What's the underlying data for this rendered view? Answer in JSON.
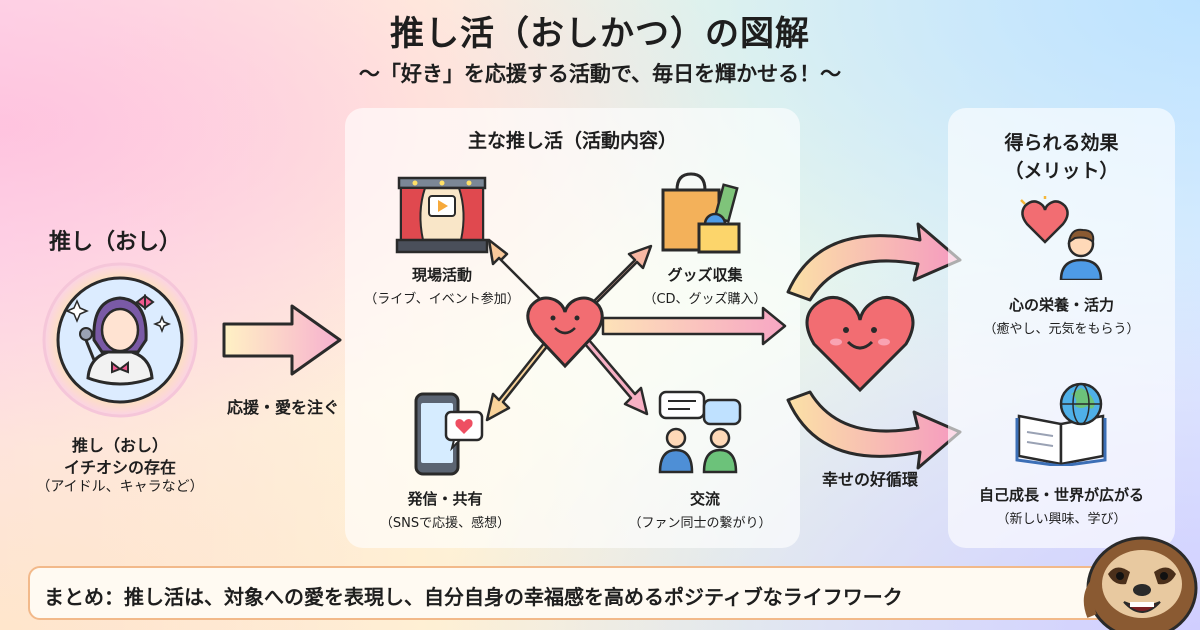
{
  "title": "推し活（おしかつ）の図解",
  "subtitle": "〜「好き」を応援する活動で、毎日を輝かせる！〜",
  "oshi": {
    "heading": "推し（おし）",
    "caption_line1": "推し（おし）",
    "caption_line2": "イチオシの存在",
    "caption_line3": "（アイドル、キャラなど）"
  },
  "support_label": "応援・愛を注ぐ",
  "activities": {
    "heading": "主な推し活（活動内容）",
    "items": [
      {
        "label": "現場活動",
        "sub": "（ライブ、イベント参加）",
        "icon": "stage-icon"
      },
      {
        "label": "グッズ収集",
        "sub": "（CD、グッズ購入）",
        "icon": "shopping-bag-icon"
      },
      {
        "label": "発信・共有",
        "sub": "（SNSで応援、感想）",
        "icon": "smartphone-icon"
      },
      {
        "label": "交流",
        "sub": "（ファン同士の繋がり）",
        "icon": "chat-people-icon"
      }
    ]
  },
  "cycle_label": "幸せの好循環",
  "effects": {
    "heading_line1": "得られる効果",
    "heading_line2": "（メリット）",
    "items": [
      {
        "label": "心の栄養・活力",
        "sub": "（癒やし、元気をもらう）",
        "icon": "heart-person-icon"
      },
      {
        "label": "自己成長・世界が広がる",
        "sub": "（新しい興味、学び）",
        "icon": "book-globe-icon"
      }
    ]
  },
  "summary": "まとめ：推し活は、対象への愛を表現し、自分自身の幸福感を高めるポジティブなライフワーク",
  "colors": {
    "heart": "#f26d72",
    "arrow_orange": "#f7b27a",
    "arrow_pink": "#f5a3c8",
    "summary_border": "#f2b98a"
  }
}
